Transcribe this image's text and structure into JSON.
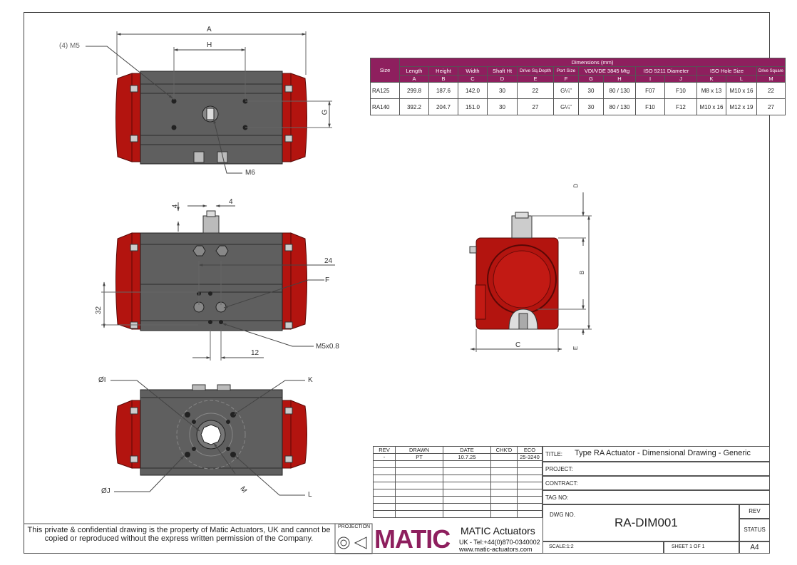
{
  "views": {
    "top": {
      "labels": {
        "A": "A",
        "H": "H",
        "G": "G",
        "m5": "(4) M5",
        "m6": "M6"
      }
    },
    "front": {
      "labels": {
        "four_v": "4",
        "four_h": "4",
        "d24": "24",
        "F": "F",
        "d32": "32",
        "m5x08": "M5x0.8",
        "d12": "12"
      }
    },
    "bottom": {
      "labels": {
        "phiI": "ØI",
        "K": "K",
        "phiJ": "ØJ",
        "L": "L",
        "M": "M"
      }
    },
    "side": {
      "labels": {
        "D": "D",
        "B": "B",
        "C": "C",
        "E": "E"
      }
    }
  },
  "dimensions_table": {
    "caption": "Dimensions (mm)",
    "size_header": "Size",
    "columns": [
      {
        "name": "Length",
        "letter": "A"
      },
      {
        "name": "Height",
        "letter": "B"
      },
      {
        "name": "Width",
        "letter": "C"
      },
      {
        "name": "Shaft Ht",
        "letter": "D"
      },
      {
        "name": "Drive Sq.Depth",
        "letter": "E"
      },
      {
        "name": "Port Size",
        "letter": "F"
      },
      {
        "name": "VDI/VDE 3845 Mtg",
        "letter": "G"
      },
      {
        "name": "",
        "letter": "H"
      },
      {
        "name": "ISO 5211 Diameter",
        "letter": "I"
      },
      {
        "name": "",
        "letter": "J"
      },
      {
        "name": "ISO Hole Size",
        "letter": "K"
      },
      {
        "name": "",
        "letter": "L"
      },
      {
        "name": "Drive Square",
        "letter": "M"
      }
    ],
    "rows": [
      {
        "size": "RA125",
        "values": [
          "299.8",
          "187.6",
          "142.0",
          "30",
          "22",
          "G¼\"",
          "30",
          "80 / 130",
          "F07",
          "F10",
          "M8 x 13",
          "M10 x 16",
          "22"
        ]
      },
      {
        "size": "RA140",
        "values": [
          "392.2",
          "204.7",
          "151.0",
          "30",
          "27",
          "G¼\"",
          "30",
          "80 / 130",
          "F10",
          "F12",
          "M10 x 16",
          "M12 x 19",
          "27"
        ]
      }
    ]
  },
  "revision_table": {
    "headers": [
      "REV",
      "DRAWN",
      "DATE",
      "CHK'D",
      "ECO"
    ],
    "rows": [
      [
        "-",
        "PT",
        "10.7.25",
        "",
        "25-3240"
      ]
    ]
  },
  "title_block": {
    "title_label": "TITLE:",
    "title": "Type RA Actuator - Dimensional Drawing - Generic",
    "project_label": "PROJECT:",
    "contract_label": "CONTRACT:",
    "tag_label": "TAG NO:",
    "dwg_label": "DWG NO.",
    "dwg_no": "RA-DIM001",
    "rev_label": "REV",
    "status_label": "STATUS",
    "scale": "SCALE:1:2",
    "sheet": "SHEET 1 OF 1",
    "paper": "A4",
    "projection_label": "PROJECTION"
  },
  "company": {
    "logo_text": "MATIC",
    "name": "MATIC Actuators",
    "phone": "UK - Tel:+44(0)870-0340002",
    "url": "www.matic-actuators.com"
  },
  "confidential": "This private & confidential drawing is the property of Matic Actuators, UK and cannot be copied or reproduced without the express written permission of the Company.",
  "colors": {
    "red": "#b3140f",
    "body": "#5f5f5f",
    "accent": "#8e1f5e"
  }
}
